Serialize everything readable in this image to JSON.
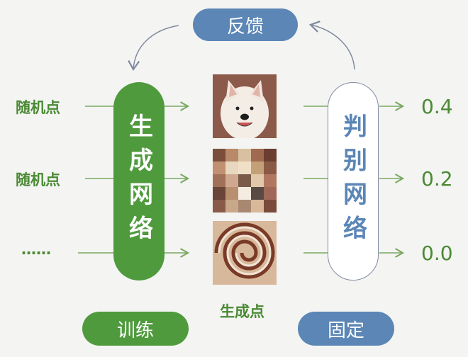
{
  "feedback_label": "反馈",
  "generator": {
    "label": "生成网络",
    "inputs": [
      "随机点",
      "随机点",
      "……"
    ]
  },
  "generated_caption": "生成点",
  "images": [
    "dog-photo",
    "pixelated-image",
    "swirl-image"
  ],
  "discriminator": {
    "label": "判别网络",
    "outputs": [
      "0.4",
      "0.2",
      "0.0"
    ]
  },
  "train_label": "训练",
  "fixed_label": "固定",
  "colors": {
    "green": "#4f9a3d",
    "blue": "#5b86b6",
    "arrow": "#8a96a8"
  }
}
